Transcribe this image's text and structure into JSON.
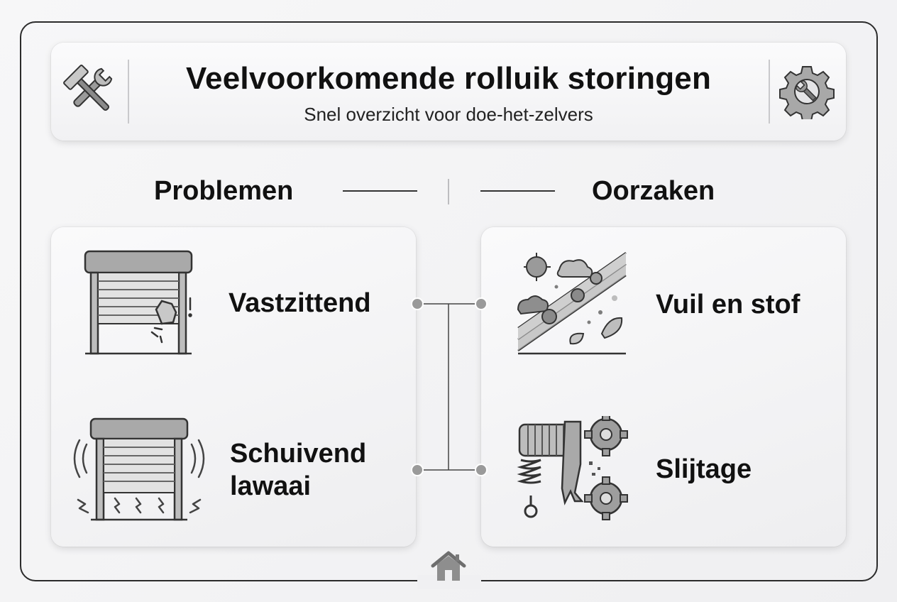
{
  "header": {
    "title": "Veelvoorkomende rolluik storingen",
    "subtitle": "Snel overzicht voor doe-het-zelvers",
    "left_icon": "tools-icon",
    "right_icon": "gear-wrench-icon"
  },
  "columns": {
    "problems_heading": "Problemen",
    "causes_heading": "Oorzaken"
  },
  "problems": [
    {
      "label_line1": "Vastzittend",
      "label_line2": "",
      "icon": "stuck-shutter-icon"
    },
    {
      "label_line1": "Schuivend",
      "label_line2": "lawaai",
      "icon": "noisy-shutter-icon"
    }
  ],
  "causes": [
    {
      "label": "Vuil en stof",
      "icon": "dirt-dust-icon"
    },
    {
      "label": "Slijtage",
      "icon": "wear-spring-gear-icon"
    }
  ],
  "footer_icon": "home-icon",
  "colors": {
    "accent": "#8a8a8a",
    "text": "#111111",
    "line": "#333333"
  }
}
